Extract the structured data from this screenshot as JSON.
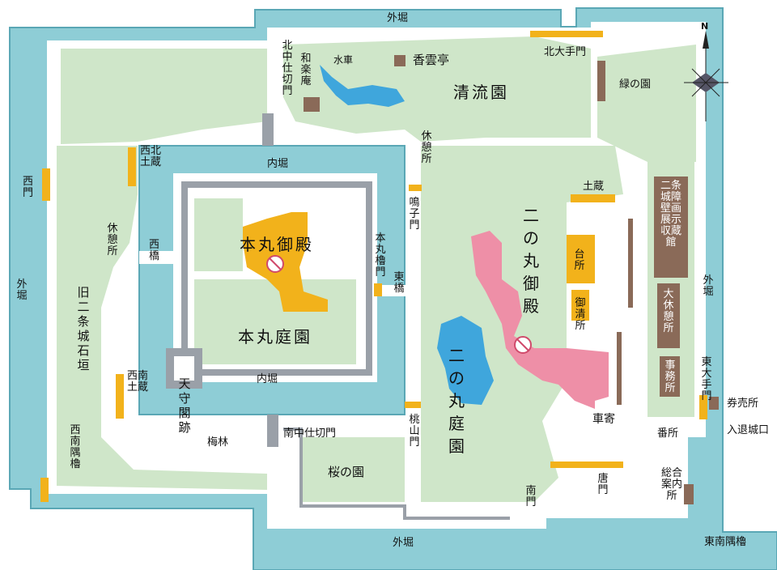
{
  "colors": {
    "moat": "#8ecdd6",
    "moat_edge": "#5aa7b5",
    "path": "#ffffff",
    "garden": "#cfe6c9",
    "garden_dark": "#bcdab4",
    "wall": "#9aa0a8",
    "gold": "#f2b21b",
    "palace_pink": "#ee8fa7",
    "building_brown": "#8a6a58",
    "pond": "#3fa6dc"
  },
  "icons": [
    "compass-north-icon",
    "no-photo-icon"
  ],
  "compass": {
    "north": "N"
  },
  "moats": {
    "outer_north": "外堀",
    "outer_west": "外堀",
    "outer_east": "外堀",
    "outer_south": "外堀",
    "inner_north": "内堀",
    "inner_south": "内堀"
  },
  "gates": {
    "west_gate": "西門",
    "north_nakashikiri": "北中仕切門",
    "north_ote": "北大手門",
    "higashi_ote": "東大手門",
    "minami_nakashikiri": "南中仕切門",
    "momoyama": "桃山門",
    "naruko": "鳴子門",
    "south_gate": "南門",
    "kara_mon": "唐門",
    "honmaru_yagura": "本丸櫓門"
  },
  "bridges": {
    "west": "西橋",
    "east": "東橋"
  },
  "buildings": {
    "honmaru_palace": "本丸御殿",
    "ninomaru_palace": "二の丸御殿",
    "daidokoro": "台所",
    "oshimizu": "御清所",
    "kurumayose": "車寄",
    "dozo_nw": "西北土蔵",
    "dozo_sw": "西南土蔵",
    "dozo_e": "土蔵",
    "wall_painting_gallery": "二条城障壁画展示収蔵館",
    "rest_house_large": "大休憩所",
    "office": "事務所",
    "guard_post": "番所",
    "information_center": "総合案内所",
    "waraku_an": "和楽庵",
    "suisha": "水車",
    "koun_tei": "香雲亭",
    "ticket_office": "券売所"
  },
  "areas": {
    "honmaru_garden": "本丸庭園",
    "ninomaru_garden": "二の丸庭園",
    "seiryu_en": "清流園",
    "midori_no_sono": "緑の園",
    "sakura_no_sono": "桜の園",
    "bairin": "梅林",
    "tenshu_ato": "天守閣跡",
    "old_stone_wall": "旧二条城石垣",
    "nansei_sumi_yagura": "西南隅櫓",
    "tonan_sumi_yagura": "東南隅櫓",
    "rest_west": "休憩所",
    "rest_north": "休憩所",
    "entrance": "入退城口"
  }
}
